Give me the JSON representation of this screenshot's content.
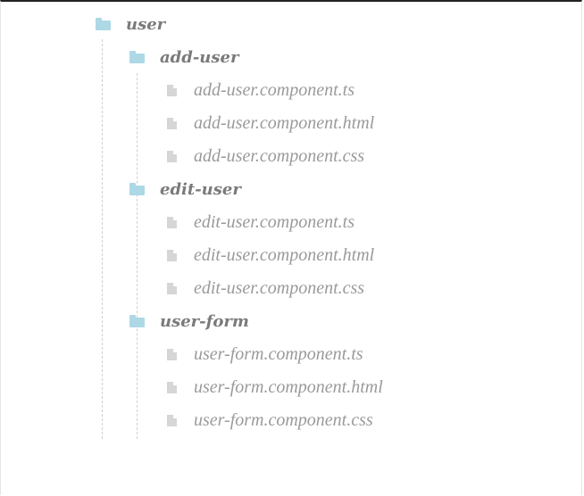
{
  "tree": {
    "root": {
      "label": "user",
      "icon": "folder-icon",
      "folders": [
        {
          "label": "add-user",
          "icon": "folder-icon",
          "files": [
            "add-user.component.ts",
            "add-user.component.html",
            "add-user.component.css"
          ]
        },
        {
          "label": "edit-user",
          "icon": "folder-icon",
          "files": [
            "edit-user.component.ts",
            "edit-user.component.html",
            "edit-user.component.css"
          ]
        },
        {
          "label": "user-form",
          "icon": "folder-icon",
          "files": [
            "user-form.component.ts",
            "user-form.component.html",
            "user-form.component.css"
          ]
        }
      ]
    }
  },
  "colors": {
    "folder_icon": "#add8e6",
    "file_icon": "#d6d6d6",
    "folder_text": "#7a7a7a",
    "file_text": "#9a9a9a",
    "guide_line": "#d0d0d0"
  }
}
